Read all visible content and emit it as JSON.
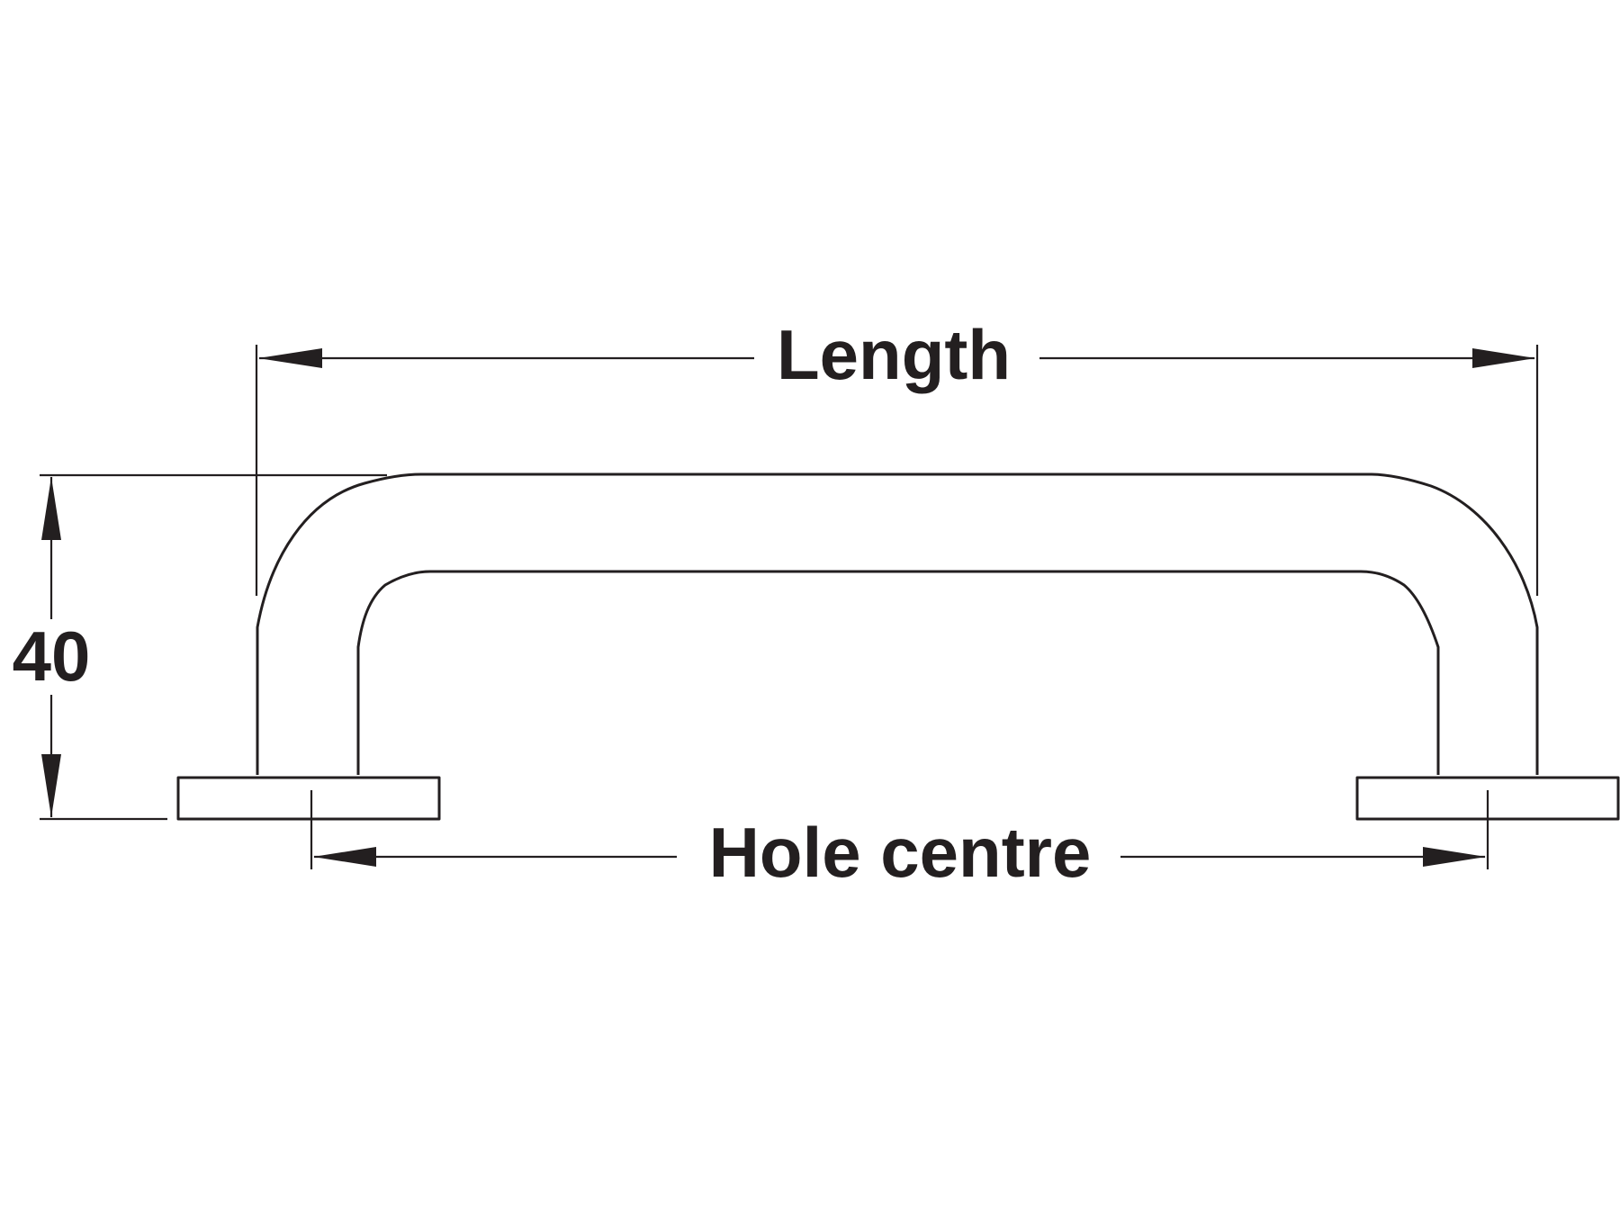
{
  "dimensions": {
    "length_label": "Length",
    "hole_centre_label": "Hole centre",
    "height_label": "40"
  },
  "colors": {
    "line": "#231f20",
    "background": "#ffffff"
  }
}
